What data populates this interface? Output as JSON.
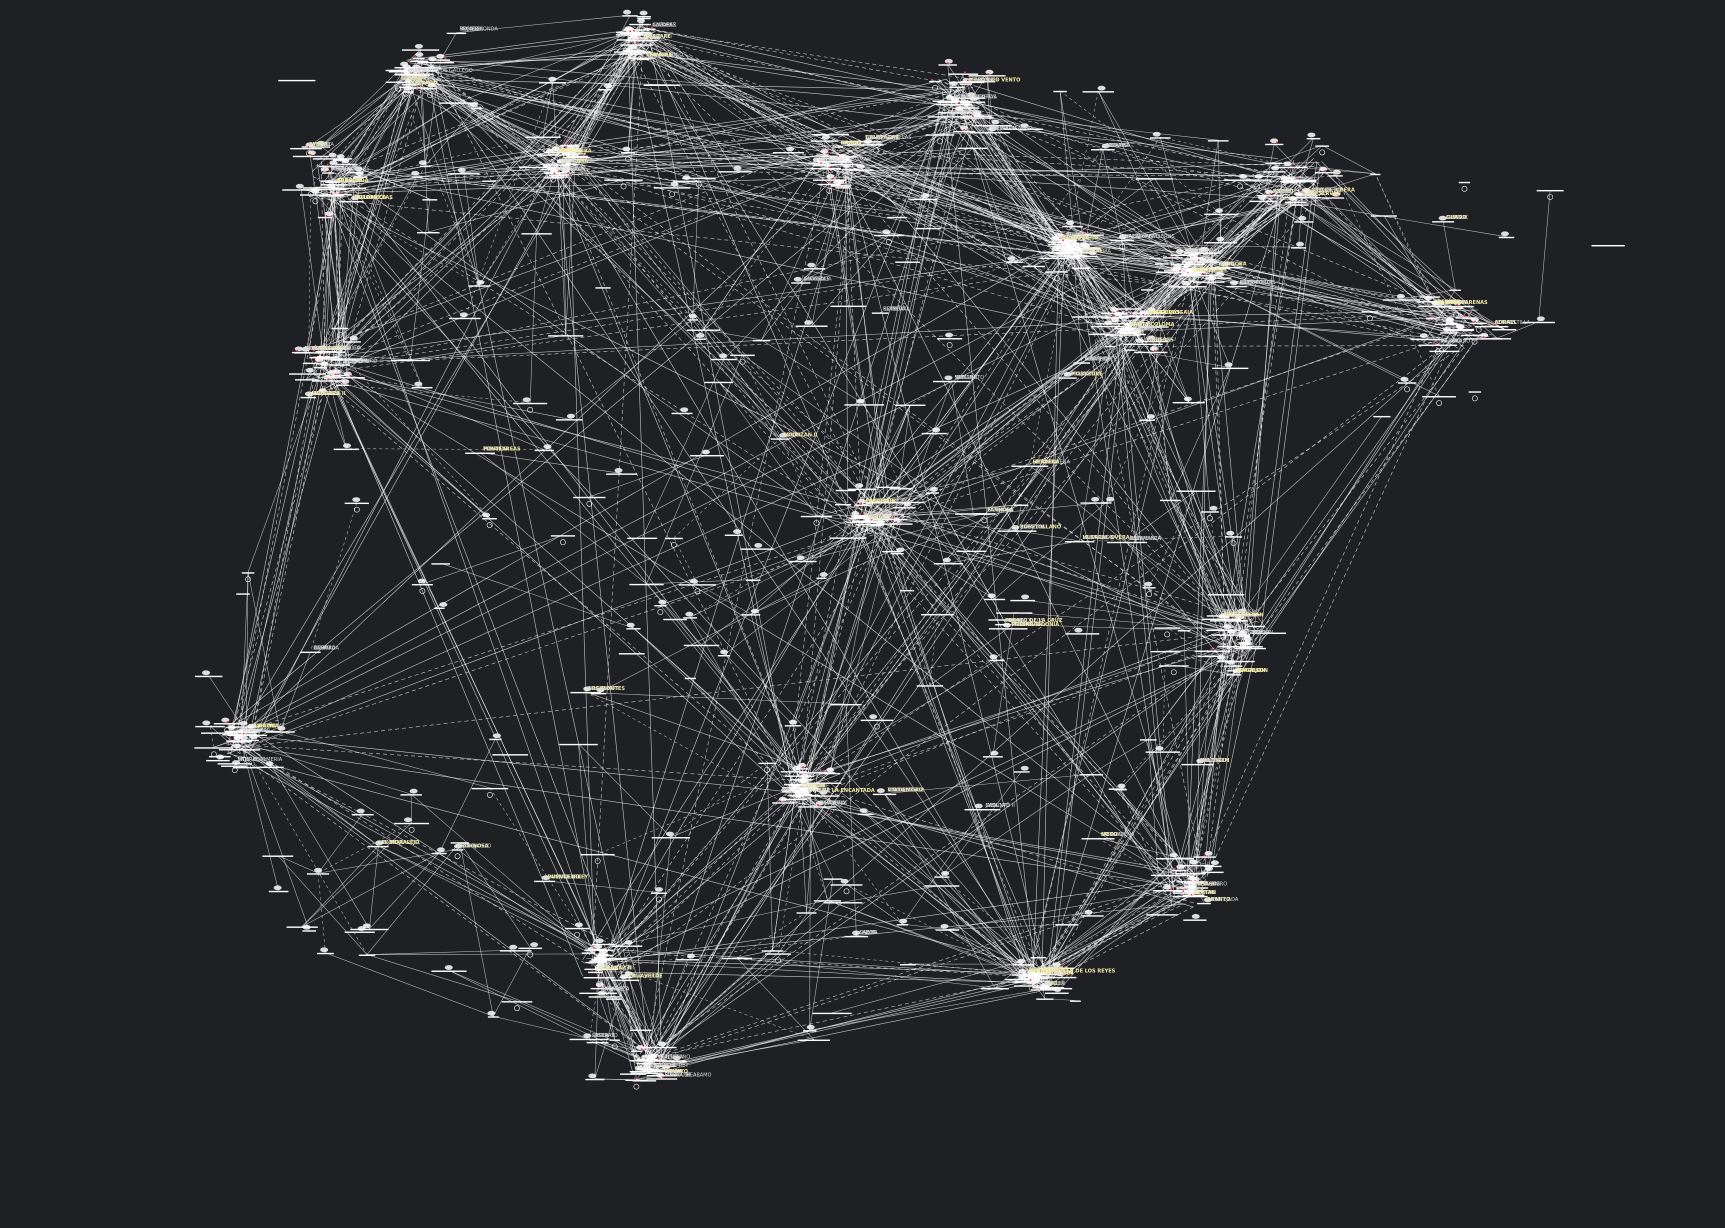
{
  "labels": [
    {
      "id": "v1",
      "text": "VIMIANZO"
    },
    {
      "id": "v2",
      "text": "MAZARICOS"
    },
    {
      "id": "v3",
      "text": "PORTODEMOUROS"
    },
    {
      "id": "v4",
      "text": "MESON DO VENTO"
    },
    {
      "id": "v5",
      "text": "VELLE"
    },
    {
      "id": "v6",
      "text": "PUENTES GARCIA"
    },
    {
      "id": "v7",
      "text": "ABOÑO"
    },
    {
      "id": "v8",
      "text": "SOTO DE RIBERA"
    },
    {
      "id": "v9",
      "text": "LADA"
    },
    {
      "id": "v10",
      "text": "COMPOSTILLA"
    },
    {
      "id": "v11",
      "text": "MONTEARENAS"
    },
    {
      "id": "v12",
      "text": "GUARDO"
    },
    {
      "id": "v13",
      "text": "VILLABLINO"
    },
    {
      "id": "v14",
      "text": "LA ROBLA"
    },
    {
      "id": "v15",
      "text": "PENAGOS"
    },
    {
      "id": "v16",
      "text": "GUEÑES"
    },
    {
      "id": "v17",
      "text": "ABANTO"
    },
    {
      "id": "v18",
      "text": "ICHASO"
    },
    {
      "id": "v19",
      "text": "HERNANI"
    },
    {
      "id": "v20",
      "text": "ARGIA"
    },
    {
      "id": "v21",
      "text": "ORMAIZTEGUI"
    },
    {
      "id": "v22",
      "text": "VITORIA"
    },
    {
      "id": "v23",
      "text": "MURUARTE"
    },
    {
      "id": "v24",
      "text": "LA SERNA"
    },
    {
      "id": "v25",
      "text": "ARAGON"
    },
    {
      "id": "v26",
      "text": "MEQUINENZA"
    },
    {
      "id": "v27",
      "text": "ASCO"
    },
    {
      "id": "v28",
      "text": "VANDELLOS"
    },
    {
      "id": "v29",
      "text": "RUBI"
    },
    {
      "id": "v30",
      "text": "VIC"
    },
    {
      "id": "v31",
      "text": "SENTMENAT"
    },
    {
      "id": "v32",
      "text": "BESCANO"
    },
    {
      "id": "v33",
      "text": "BAIXAS"
    },
    {
      "id": "v34",
      "text": "FIGUERES"
    },
    {
      "id": "v35",
      "text": "LA MUELA"
    },
    {
      "id": "v36",
      "text": "ALMARAZ"
    },
    {
      "id": "v37",
      "text": "ARAÑUELO"
    },
    {
      "id": "v38",
      "text": "TRILLO"
    },
    {
      "id": "v39",
      "text": "MORATA"
    },
    {
      "id": "v40",
      "text": "GALAPAGAR"
    },
    {
      "id": "v41",
      "text": "LOECHES"
    },
    {
      "id": "v42",
      "text": "ACECA"
    },
    {
      "id": "v43",
      "text": "OLMEDILLA"
    },
    {
      "id": "v44",
      "text": "COFRENTES"
    },
    {
      "id": "v45",
      "text": "LA PLANA"
    },
    {
      "id": "v46",
      "text": "CASTELLON"
    },
    {
      "id": "v47",
      "text": "MORELLA"
    },
    {
      "id": "v48",
      "text": "ALCIRA"
    },
    {
      "id": "v49",
      "text": "ROCAMORA"
    },
    {
      "id": "v50",
      "text": "ESCOMBRERAS"
    },
    {
      "id": "v51",
      "text": "LITORAL"
    },
    {
      "id": "v52",
      "text": "CARTAMA"
    },
    {
      "id": "v53",
      "text": "TAJO DE LA ENCANTADA"
    },
    {
      "id": "v54",
      "text": "PINAR DEL REY"
    },
    {
      "id": "v55",
      "text": "TARIFA"
    },
    {
      "id": "v56",
      "text": "GUILLENA"
    },
    {
      "id": "v57",
      "text": "PUERTO REAL"
    },
    {
      "id": "v58",
      "text": "ARCOS"
    },
    {
      "id": "v59",
      "text": "BROVALES"
    },
    {
      "id": "v60",
      "text": "CEDILLO"
    },
    {
      "id": "v61",
      "text": "ALQUEVA"
    },
    {
      "id": "v62",
      "text": "PALMELA"
    },
    {
      "id": "v63",
      "text": "SINES"
    },
    {
      "id": "v64",
      "text": "FANHOES"
    },
    {
      "id": "v65",
      "text": "RIBATEJO"
    },
    {
      "id": "v66",
      "text": "PEGO"
    },
    {
      "id": "v67",
      "text": "BATALHA"
    },
    {
      "id": "v68",
      "text": "LAVOS"
    },
    {
      "id": "v69",
      "text": "PARAIMO"
    },
    {
      "id": "v70",
      "text": "RECAREI"
    },
    {
      "id": "v71",
      "text": "ERMESINDE"
    },
    {
      "id": "v72",
      "text": "ALTO LINDOSO"
    },
    {
      "id": "v73",
      "text": "PEDRALVA"
    },
    {
      "id": "v74",
      "text": "VALDIGEM"
    },
    {
      "id": "v75",
      "text": "MOGADOURO"
    },
    {
      "id": "v76",
      "text": "ALDEADAVILA"
    },
    {
      "id": "v77",
      "text": "SAUCELLE"
    },
    {
      "id": "v78",
      "text": "VILLARINO"
    },
    {
      "id": "v79",
      "text": "HINOJOSA"
    },
    {
      "id": "v80",
      "text": "LA MUDARRA"
    },
    {
      "id": "v81",
      "text": "TORDESILLAS"
    },
    {
      "id": "v82",
      "text": "SEGOVIA"
    },
    {
      "id": "v83",
      "text": "OTERO"
    },
    {
      "id": "v84",
      "text": "LASTRAS"
    },
    {
      "id": "v85",
      "text": "VILLAVICIOSA"
    },
    {
      "id": "v86",
      "text": "VALDECABALLEROS"
    },
    {
      "id": "v87",
      "text": "MERIDA"
    },
    {
      "id": "v88",
      "text": "BIENVENIDA"
    },
    {
      "id": "v89",
      "text": "BALBOA"
    },
    {
      "id": "v90",
      "text": "GUADAME"
    },
    {
      "id": "v91",
      "text": "PUERTOLLANO"
    },
    {
      "id": "v92",
      "text": "MANZANARES"
    },
    {
      "id": "v93",
      "text": "BRAZATORTAS"
    },
    {
      "id": "v94",
      "text": "ANDUJAR"
    },
    {
      "id": "v95",
      "text": "TABERNAS"
    },
    {
      "id": "v96",
      "text": "CAPARACENA"
    },
    {
      "id": "v97",
      "text": "ROMICA"
    },
    {
      "id": "v98",
      "text": "PINILLA"
    },
    {
      "id": "v99",
      "text": "BENEJAMA"
    },
    {
      "id": "v100",
      "text": "CATADAU"
    },
    {
      "id": "v101",
      "text": "TERUEL"
    },
    {
      "id": "v102",
      "text": "CALAMOCHA"
    },
    {
      "id": "v103",
      "text": "ESCATRON"
    },
    {
      "id": "v104",
      "text": "PEÑALBA"
    },
    {
      "id": "v105",
      "text": "MONZON"
    },
    {
      "id": "v106",
      "text": "SABIÑANIGO"
    },
    {
      "id": "v107",
      "text": "ISONA"
    },
    {
      "id": "v108",
      "text": "SALLENTE"
    },
    {
      "id": "v109",
      "text": "LLAVORSI"
    },
    {
      "id": "v110",
      "text": "ADRALL"
    },
    {
      "id": "v111",
      "text": "JUNEDA"
    },
    {
      "id": "v112",
      "text": "BEGUES"
    },
    {
      "id": "v113",
      "text": "PIEROLA"
    },
    {
      "id": "v114",
      "text": "MAGALLON"
    },
    {
      "id": "v115",
      "text": "TUDELA"
    },
    {
      "id": "v116",
      "text": "CASTEJON"
    },
    {
      "id": "v117",
      "text": "QUEL"
    },
    {
      "id": "v118",
      "text": "EL SEQUERO"
    },
    {
      "id": "v119",
      "text": "GRIJOTA"
    },
    {
      "id": "v120",
      "text": "VILLALBILLA"
    },
    {
      "id": "v121",
      "text": "MUDEJAR"
    },
    {
      "id": "v122",
      "text": "ANCHUELO"
    },
    {
      "id": "v123",
      "text": "FUENDETODOS"
    },
    {
      "id": "v124",
      "text": "AYORA"
    },
    {
      "id": "v125",
      "text": "LA ELIANA"
    },
    {
      "id": "v126",
      "text": "GAUSA"
    },
    {
      "id": "v127",
      "text": "NOVELDA"
    },
    {
      "id": "v128",
      "text": "TORREVIEJA"
    },
    {
      "id": "v129",
      "text": "EL PALMAR"
    },
    {
      "id": "v130",
      "text": "LITORAL ALMERIA"
    },
    {
      "id": "v131",
      "text": "ORGIVA"
    },
    {
      "id": "v132",
      "text": "ATARFE"
    },
    {
      "id": "v133",
      "text": "JORDANA"
    },
    {
      "id": "v134",
      "text": "COSTASOL"
    },
    {
      "id": "v135",
      "text": "ALGECIRAS"
    },
    {
      "id": "v136",
      "text": "GAZULES"
    },
    {
      "id": "v137",
      "text": "DON RODRIGO"
    },
    {
      "id": "v138",
      "text": "ALJARAFE"
    },
    {
      "id": "v139",
      "text": "ROCIO"
    },
    {
      "id": "v140",
      "text": "TORRE ARENILLAS"
    },
    {
      "id": "v141",
      "text": "PUEBLA DE GUZMAN"
    },
    {
      "id": "v142",
      "text": "TAVIRA"
    },
    {
      "id": "v143",
      "text": "PORTIMAO"
    },
    {
      "id": "v144",
      "text": "OURIQUE"
    },
    {
      "id": "v145",
      "text": "FERRO"
    },
    {
      "id": "v146",
      "text": "ESTREMOZ"
    },
    {
      "id": "v147",
      "text": "FALAGUEIRA"
    },
    {
      "id": "v148",
      "text": "RIO MAIOR"
    },
    {
      "id": "v149",
      "text": "ZEZERE"
    },
    {
      "id": "v150",
      "text": "CARRAPATELO"
    },
    {
      "id": "v151",
      "text": "TORRAO"
    },
    {
      "id": "v152",
      "text": "VILA NOVA"
    },
    {
      "id": "v153",
      "text": "FRADES"
    },
    {
      "id": "v154",
      "text": "CARTELLE"
    },
    {
      "id": "v155",
      "text": "TRIVES"
    },
    {
      "id": "v156",
      "text": "CONSO"
    },
    {
      "id": "v157",
      "text": "CORNATEL"
    },
    {
      "id": "v158",
      "text": "BELESAR"
    },
    {
      "id": "v159",
      "text": "LOURIZAN"
    },
    {
      "id": "v160",
      "text": "TIBO"
    },
    {
      "id": "v161",
      "text": "PAZOS"
    },
    {
      "id": "v162",
      "text": "CORDOBA"
    },
    {
      "id": "v163",
      "text": "ALMODOVAR"
    },
    {
      "id": "v164",
      "text": "CARMONA"
    },
    {
      "id": "v165",
      "text": "SANTIPONCE"
    },
    {
      "id": "v166",
      "text": "PALOS"
    },
    {
      "id": "v167",
      "text": "HUELVA"
    },
    {
      "id": "v168",
      "text": "ONUBA"
    },
    {
      "id": "v169",
      "text": "ARENOSA"
    },
    {
      "id": "v170",
      "text": "MAJADAHONDA"
    },
    {
      "id": "v171",
      "text": "SAN SEBASTIAN DE LOS REYES"
    },
    {
      "id": "v172",
      "text": "VALDEMORO"
    },
    {
      "id": "v173",
      "text": "TORRIJOS"
    },
    {
      "id": "v174",
      "text": "ALMENARA"
    },
    {
      "id": "v175",
      "text": "SAGUNTO"
    },
    {
      "id": "v176",
      "text": "VALL D'UXO"
    },
    {
      "id": "v177",
      "text": "ALCUDIA"
    },
    {
      "id": "v178",
      "text": "MORVEDRE"
    },
    {
      "id": "v179",
      "text": "JIJONA"
    },
    {
      "id": "v180",
      "text": "SAN VICENTE"
    },
    {
      "id": "v181",
      "text": "MURCIA"
    },
    {
      "id": "v182",
      "text": "HOYA MORENA"
    },
    {
      "id": "v183",
      "text": "ASOMADA"
    },
    {
      "id": "v184",
      "text": "LORCA"
    },
    {
      "id": "v185",
      "text": "HUERCAL OVERA"
    },
    {
      "id": "v186",
      "text": "BAZA"
    },
    {
      "id": "v187",
      "text": "GUADIX"
    },
    {
      "id": "v188",
      "text": "TAJO"
    },
    {
      "id": "v189",
      "text": "LOS MONTES"
    },
    {
      "id": "v190",
      "text": "MALAGA"
    },
    {
      "id": "v191",
      "text": "ALHAURIN"
    },
    {
      "id": "v192",
      "text": "RONDA"
    },
    {
      "id": "v193",
      "text": "JEREZ"
    },
    {
      "id": "v194",
      "text": "CADIZ"
    },
    {
      "id": "v195",
      "text": "MEDINA SIDONIA"
    },
    {
      "id": "v196",
      "text": "FACINAS"
    },
    {
      "id": "v197",
      "text": "ESTEPONA"
    },
    {
      "id": "v198",
      "text": "PUERTO DE LA CRUZ"
    },
    {
      "id": "v199",
      "text": "VILLANUEVA"
    },
    {
      "id": "v200",
      "text": "JAEN"
    },
    {
      "id": "v201",
      "text": "UBEDA"
    },
    {
      "id": "v202",
      "text": "GUADALQUIVIR"
    },
    {
      "id": "v203",
      "text": "LANCHA"
    },
    {
      "id": "v204",
      "text": "VENTA INES"
    },
    {
      "id": "v205",
      "text": "EL EMPERADOR"
    },
    {
      "id": "v206",
      "text": "VALDECARRETAS"
    },
    {
      "id": "v207",
      "text": "TORRECILLA"
    },
    {
      "id": "v208",
      "text": "CAMPANARIO"
    },
    {
      "id": "v209",
      "text": "SAN SERVAN"
    },
    {
      "id": "v210",
      "text": "ALANGE"
    },
    {
      "id": "v211",
      "text": "CACERES"
    },
    {
      "id": "v212",
      "text": "ARROYO"
    },
    {
      "id": "v213",
      "text": "JM ORIOL"
    },
    {
      "id": "v214",
      "text": "TORREJON"
    },
    {
      "id": "v215",
      "text": "VALDEOBISPO"
    },
    {
      "id": "v216",
      "text": "BEJAR"
    },
    {
      "id": "v217",
      "text": "CASATEJADA"
    },
    {
      "id": "v218",
      "text": "TALAVERA"
    },
    {
      "id": "v219",
      "text": "AZUTAN"
    },
    {
      "id": "v220",
      "text": "VILLAVERDE"
    },
    {
      "id": "v221",
      "text": "ALMARAZ II"
    },
    {
      "id": "v222",
      "text": "ZARAGOZA"
    },
    {
      "id": "v223",
      "text": "JALON"
    },
    {
      "id": "v224",
      "text": "ALCAÑIZ"
    },
    {
      "id": "v225",
      "text": "FORADADA"
    },
    {
      "id": "v226",
      "text": "ALCARRAS"
    },
    {
      "id": "v227",
      "text": "ESPLUGA"
    },
    {
      "id": "v228",
      "text": "PERAFORT"
    },
    {
      "id": "v229",
      "text": "CAN JARDI"
    },
    {
      "id": "v230",
      "text": "SANT BOI"
    },
    {
      "id": "v231",
      "text": "LA ROCA"
    },
    {
      "id": "v232",
      "text": "SANTA COLOMA"
    },
    {
      "id": "v233",
      "text": "CODONYER"
    },
    {
      "id": "v234",
      "text": "RAMIS"
    },
    {
      "id": "v235",
      "text": "SANTA LLOGAIA"
    },
    {
      "id": "v236",
      "text": "CALDERS"
    },
    {
      "id": "v237",
      "text": "CERVERA"
    },
    {
      "id": "v238",
      "text": "CONSTANTI"
    },
    {
      "id": "v239",
      "text": "GRADO"
    },
    {
      "id": "v240",
      "text": "ESCALONA"
    },
    {
      "id": "v241",
      "text": "MEDIANO"
    },
    {
      "id": "v242",
      "text": "EL GRADO"
    },
    {
      "id": "v243",
      "text": "VILLANUEVA DE GALLEGO"
    },
    {
      "id": "v244",
      "text": "MAGALLON II"
    },
    {
      "id": "v245",
      "text": "OLITE"
    },
    {
      "id": "v246",
      "text": "LA SERNA II"
    },
    {
      "id": "v247",
      "text": "ORCOYEN"
    },
    {
      "id": "v248",
      "text": "ITXASO"
    },
    {
      "id": "v249",
      "text": "GATICA"
    },
    {
      "id": "v250",
      "text": "AMOREBIETA"
    },
    {
      "id": "v251",
      "text": "SANTURCE"
    },
    {
      "id": "v252",
      "text": "ZIERBENA"
    },
    {
      "id": "v253",
      "text": "BARCINA"
    },
    {
      "id": "v254",
      "text": "VIRTUS"
    },
    {
      "id": "v255",
      "text": "AGUAYO"
    },
    {
      "id": "v256",
      "text": "SOLORZANO"
    },
    {
      "id": "v257",
      "text": "SIERRA DE ARAMO"
    },
    {
      "id": "v258",
      "text": "CARRIO"
    },
    {
      "id": "v259",
      "text": "TABIELLA"
    },
    {
      "id": "v260",
      "text": "NARCEA"
    },
    {
      "id": "v261",
      "text": "PESOZ"
    },
    {
      "id": "v262",
      "text": "SALAS"
    },
    {
      "id": "v263",
      "text": "BOIMENTE"
    },
    {
      "id": "v264",
      "text": "SIDEGASA"
    },
    {
      "id": "v265",
      "text": "ALUMINIO"
    },
    {
      "id": "v266",
      "text": "LOURIZAN II"
    },
    {
      "id": "v267",
      "text": "MONTOUTO"
    },
    {
      "id": "v268",
      "text": "SABON"
    },
    {
      "id": "v269",
      "text": "MEIRAMA"
    },
    {
      "id": "v270",
      "text": "DUMBRIA"
    },
    {
      "id": "v271",
      "text": "TAMBRE"
    },
    {
      "id": "v272",
      "text": "CAMBADOS"
    },
    {
      "id": "v273",
      "text": "PONTEAREAS"
    },
    {
      "id": "v274",
      "text": "SANTIAGO"
    },
    {
      "id": "v275",
      "text": "CASTRELO"
    },
    {
      "id": "v276",
      "text": "SAN ESTEBAN"
    },
    {
      "id": "v277",
      "text": "CHANTADA"
    },
    {
      "id": "v278",
      "text": "PRADA"
    },
    {
      "id": "v279",
      "text": "SOBRADELO"
    },
    {
      "id": "v280",
      "text": "PUENTE BIBEY"
    },
    {
      "id": "v281",
      "text": "VILLAMECA"
    },
    {
      "id": "v282",
      "text": "HERRERA"
    },
    {
      "id": "v283",
      "text": "ZAMORA"
    },
    {
      "id": "v284",
      "text": "RICOBAYO"
    },
    {
      "id": "v285",
      "text": "VALPARAISO"
    },
    {
      "id": "v286",
      "text": "VILLALCAMPO"
    },
    {
      "id": "v287",
      "text": "CASTRO"
    },
    {
      "id": "v288",
      "text": "SALAMANCA"
    },
    {
      "id": "v289",
      "text": "VILLARINO II"
    },
    {
      "id": "v290",
      "text": "MUDARRA II"
    },
    {
      "id": "v291",
      "text": "ZAPATON"
    },
    {
      "id": "v292",
      "text": "EL MORALEJO"
    },
    {
      "id": "v293",
      "text": "BENAHADUX"
    },
    {
      "id": "v294",
      "text": "LOS VERDES"
    },
    {
      "id": "v295",
      "text": "FUENCARRAL"
    },
    {
      "id": "v296",
      "text": "MECO"
    },
    {
      "id": "v297",
      "text": "EL COTO"
    },
    {
      "id": "v298",
      "text": "LOS PRADILLOS"
    },
    {
      "id": "v299",
      "text": "ROCAFORT"
    },
    {
      "id": "v300",
      "text": "SAGUNTO II"
    }
  ],
  "colors": {
    "background": "#1f2024",
    "edge": "#ffffff",
    "label": "#d8d8d8",
    "highlight_label": "#f2eda6",
    "marker": "#ff3344"
  }
}
